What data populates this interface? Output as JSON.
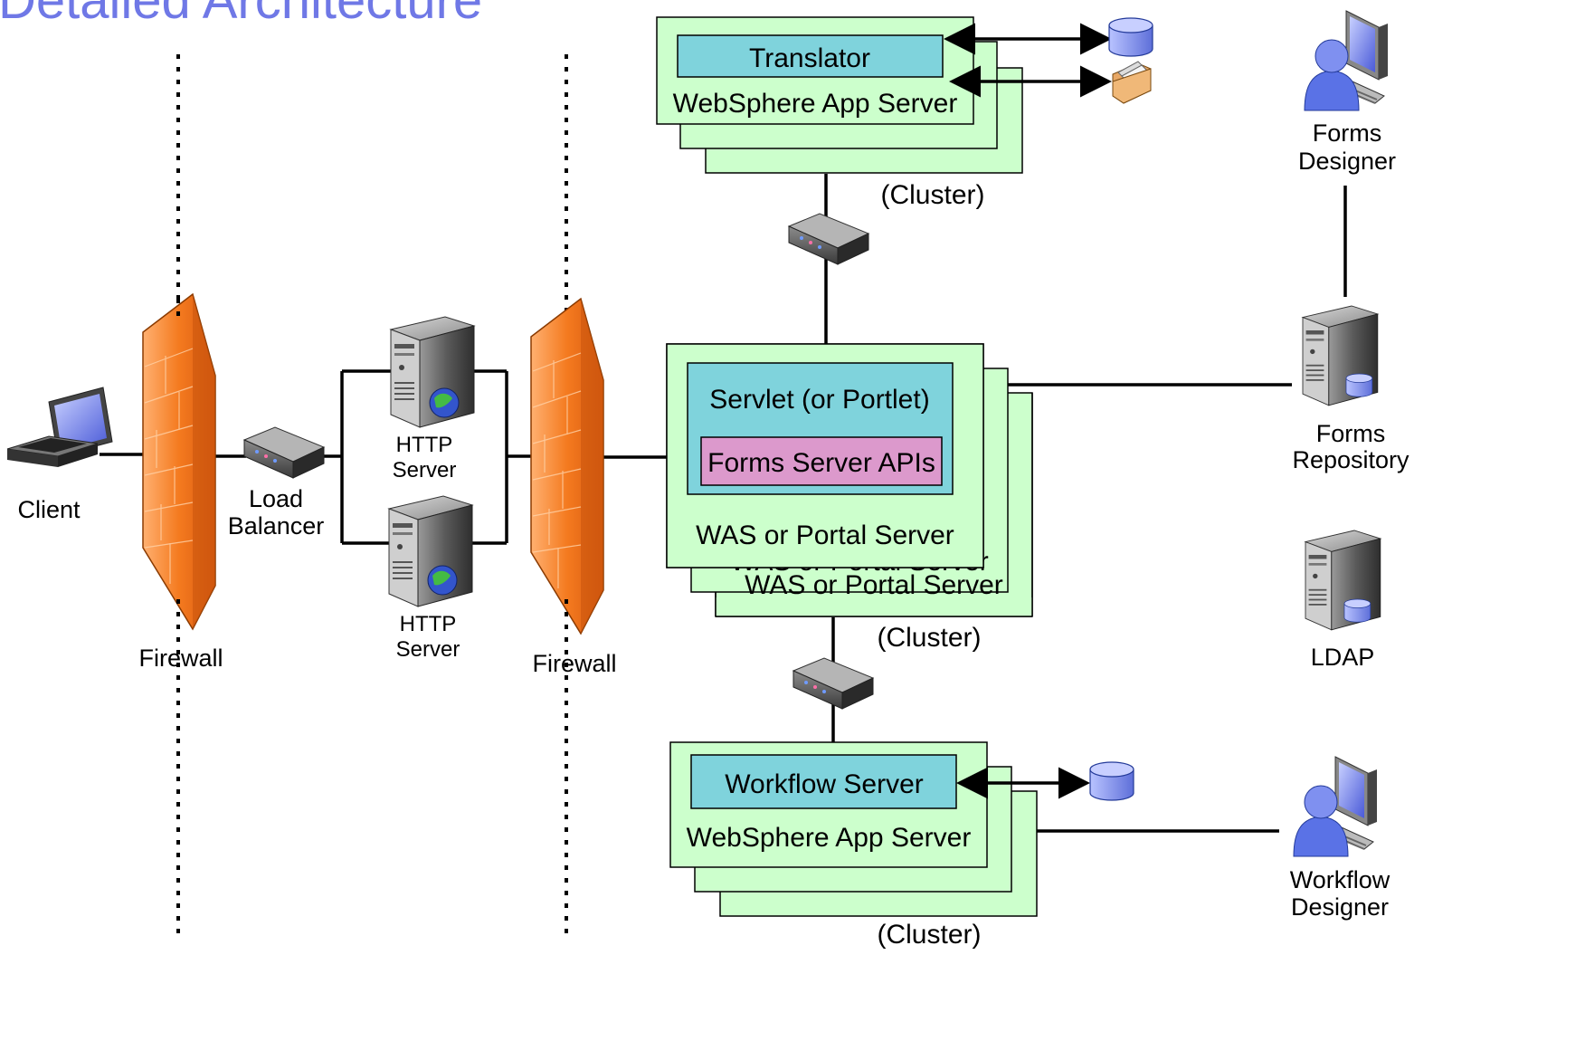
{
  "title": "Detailed Architecture",
  "nodes": {
    "client": "Client",
    "firewall_1": "Firewall",
    "load_balancer": "Load\nBalancer",
    "http_server_1": "HTTP\nServer",
    "http_server_2": "HTTP\nServer",
    "firewall_2": "Firewall",
    "translator": "Translator",
    "translator_server": "WebSphere App Server",
    "translator_cluster": "(Cluster)",
    "servlet": "Servlet (or Portlet)",
    "forms_apis": "Forms Server APIs",
    "portal_server": "WAS or Portal Server",
    "portal_cluster": "(Cluster)",
    "workflow": "Workflow Server",
    "workflow_server": "WebSphere App Server",
    "workflow_cluster": "(Cluster)",
    "forms_designer": "Forms\nDesigner",
    "forms_repository": "Forms\nRepository",
    "ldap": "LDAP",
    "workflow_designer": "Workflow\nDesigner"
  },
  "colors": {
    "title": "#6f78e6",
    "cluster_fill": "#ccffcc",
    "inner_teal": "#7fd3dc",
    "inner_pink": "#dc99cc",
    "firewall": "#f07a22",
    "database": "#7f90e8"
  },
  "icons": [
    "laptop-icon",
    "firewall-icon",
    "network-switch-icon",
    "server-globe-icon",
    "database-icon",
    "folder-icon",
    "user-workstation-icon",
    "server-database-icon"
  ]
}
